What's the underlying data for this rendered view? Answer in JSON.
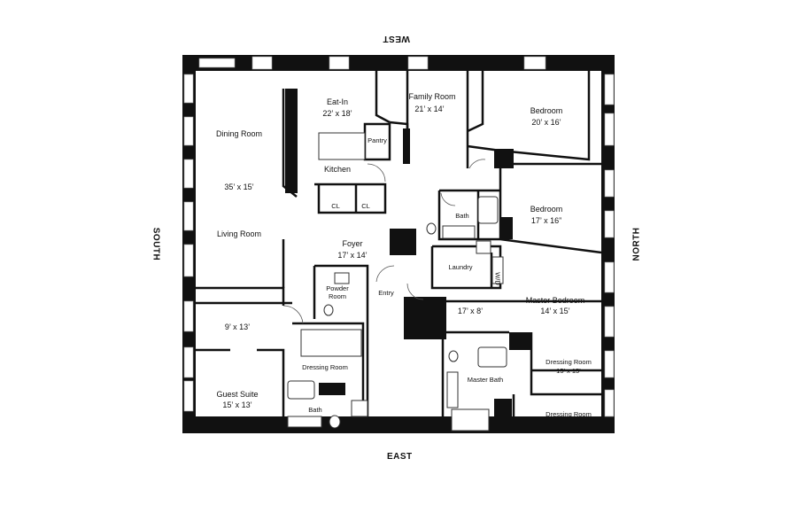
{
  "compass": {
    "north": "NORTH",
    "south": "SOUTH",
    "east": "EAST",
    "west": "WEST"
  },
  "rooms": {
    "dining_room": {
      "name": "Dining Room",
      "size": "35’ x 15’"
    },
    "living_room": {
      "name": "Living Room"
    },
    "eat_in": {
      "name": "Eat-In",
      "size": "22’ x 18’"
    },
    "family_room": {
      "name": "Family Room",
      "size": "21’ x 14’"
    },
    "bedroom_1": {
      "name": "Bedroom",
      "size": "20’ x 16’"
    },
    "bedroom_2": {
      "name": "Bedroom",
      "size": "17’ x 16”"
    },
    "pantry": {
      "name": "Pantry"
    },
    "kitchen": {
      "name": "Kitchen"
    },
    "closet_1": {
      "name": "CL"
    },
    "closet_2": {
      "name": "CL"
    },
    "bath_1": {
      "name": "Bath"
    },
    "foyer": {
      "name": "Foyer",
      "size": "17’ x 14’"
    },
    "laundry": {
      "name": "Laundry"
    },
    "wd": {
      "name": "W/D"
    },
    "powder_room": {
      "name": "Powder Room"
    },
    "entry": {
      "name": "Entry"
    },
    "gallery": {
      "size": "17’ x 8’"
    },
    "master_bedroom": {
      "name": "Master Bedroom",
      "size": "14’ x 15’"
    },
    "guest_sitting": {
      "size": "9’ x 13’"
    },
    "dressing_room_guest": {
      "name": "Dressing Room"
    },
    "guest_suite": {
      "name": "Guest Suite",
      "size": "15’ x 13’"
    },
    "bath_guest": {
      "name": "Bath"
    },
    "master_bath": {
      "name": "Master Bath"
    },
    "dressing_room_master_1": {
      "name": "Dressing Room",
      "size": "15’ x 15’"
    },
    "dressing_room_master_2": {
      "name": "Dressing Room"
    }
  }
}
